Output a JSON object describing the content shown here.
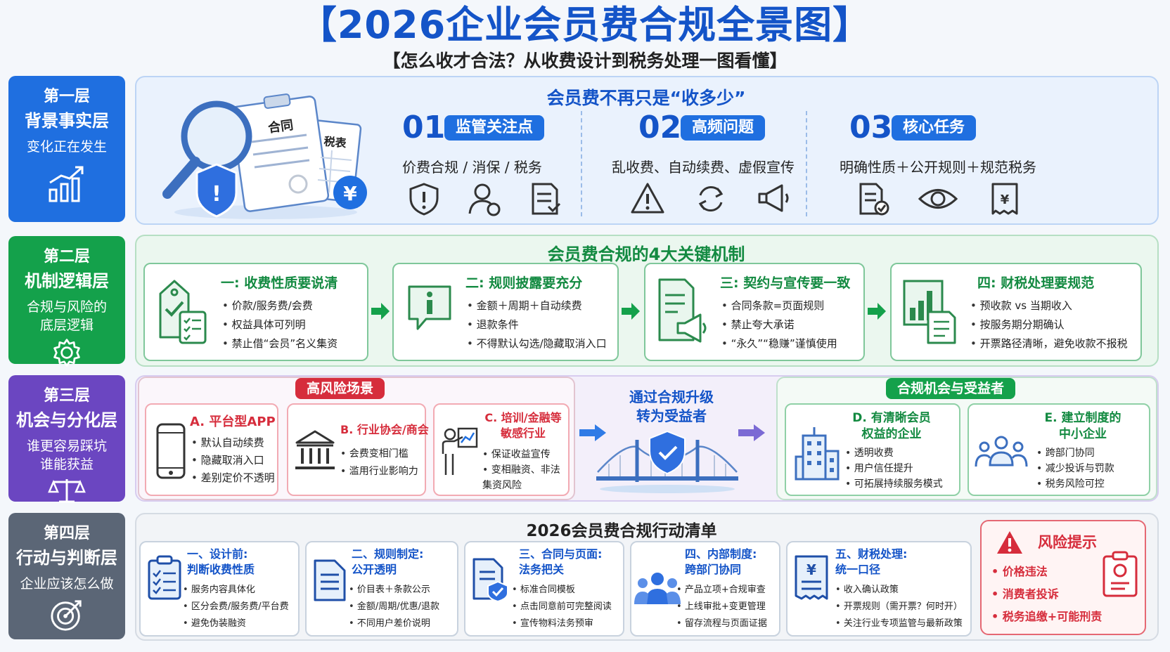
{
  "title": "【2026企业会员费合规全景图】",
  "subtitle": "【怎么收才合法？从收费设计到税务处理一图看懂】",
  "colors": {
    "blue": "#1f6fe0",
    "green": "#14a14b",
    "purple": "#6b46c1",
    "gray": "#5b6676",
    "red": "#d62d3c"
  },
  "layers": [
    {
      "s1": "第一层",
      "s2": "背景事实层",
      "s3": "变化正在发生",
      "icon": "chart-icon"
    },
    {
      "s1": "第二层",
      "s2": "机制逻辑层",
      "s3": "合规与风险的\n底层逻辑",
      "icon": "gear-icon"
    },
    {
      "s1": "第三层",
      "s2": "机会与分化层",
      "s3": "谁更容易踩坑\n谁能获益",
      "icon": "scale-icon"
    },
    {
      "s1": "第四层",
      "s2": "行动与判断层",
      "s3": "企业应该怎么做",
      "icon": "target-icon"
    }
  ],
  "layer1": {
    "heading": "会员费不再只是“收多少”",
    "illus": {
      "contract": "合同",
      "tax": "税表",
      "yen": "¥"
    },
    "items": [
      {
        "num": "01",
        "tag": "监管关注点",
        "desc": "价费合规 / 消保 / 税务",
        "icons": [
          "shield-alert-icon",
          "user-icon",
          "document-icon"
        ]
      },
      {
        "num": "02",
        "tag": "高频问题",
        "desc": "乱收费、自动续费、虚假宣传",
        "icons": [
          "warning-icon",
          "refresh-icon",
          "megaphone-icon"
        ]
      },
      {
        "num": "03",
        "tag": "核心任务",
        "desc": "明确性质＋公开规则＋规范税务",
        "icons": [
          "doc-check-icon",
          "eye-icon",
          "receipt-icon"
        ]
      }
    ]
  },
  "layer2": {
    "heading": "会员费合规的4大关键机制",
    "cards": [
      {
        "title": "一: 收费性质要说清",
        "items": [
          "价款/服务费/会费",
          "权益具体可列明",
          "禁止借“会员”名义集资"
        ],
        "icon": "tag-list-icon"
      },
      {
        "title": "二: 规则披露要充分",
        "items": [
          "金额＋周期＋自动续费",
          "退款条件",
          "不得默认勾选/隐藏取消入口"
        ],
        "icon": "info-icon"
      },
      {
        "title": "三: 契约与宣传要一致",
        "items": [
          "合同条款=页面规则",
          "禁止夸大承诺",
          "“永久”“稳赚”谨慎使用"
        ],
        "icon": "doc-megaphone-icon"
      },
      {
        "title": "四: 财税处理要规范",
        "items": [
          "预收款 vs 当期收入",
          "按服务期分期确认",
          "开票路径清晰，避免收款不报税"
        ],
        "icon": "bar-doc-icon"
      }
    ]
  },
  "layer3": {
    "risk_tag": "高风险场景",
    "middle": "通过合规升级\n转为受益者",
    "benefit_tag": "合规机会与受益者",
    "risk_cards": [
      {
        "title": "A. 平台型APP",
        "items": [
          "默认自动续费",
          "隐藏取消入口",
          "差别定价不透明"
        ],
        "icon": "phone-icon"
      },
      {
        "title": "B. 行业协会/商会",
        "items": [
          "会费变相门槛",
          "滥用行业影响力"
        ],
        "icon": "institution-icon"
      },
      {
        "title": "C. 培训/金融等\n敏感行业",
        "items": [
          "保证收益宣传",
          "变相融资、非法\n集资风险"
        ],
        "icon": "presenter-icon"
      }
    ],
    "benefit_cards": [
      {
        "title": "D. 有清晰会员\n权益的企业",
        "items": [
          "透明收费",
          "用户信任提升",
          "可拓展持续服务模式"
        ],
        "icon": "building-icon"
      },
      {
        "title": "E. 建立制度的\n中小企业",
        "items": [
          "跨部门协同",
          "减少投诉与罚款",
          "税务风险可控"
        ],
        "icon": "team-icon"
      }
    ]
  },
  "layer4": {
    "heading": "2026会员费合规行动清单",
    "cards": [
      {
        "title": "一、设计前:\n判断收费性质",
        "items": [
          "服务内容具体化",
          "区分会费/服务费/平台费",
          "避免伪装融资"
        ],
        "icon": "clipboard-icon"
      },
      {
        "title": "二、规则制定:\n公开透明",
        "items": [
          "价目表＋条款公示",
          "金额/周期/优惠/退款",
          "不同用户差价说明"
        ],
        "icon": "doc-lines-icon"
      },
      {
        "title": "三、合同与页面:\n法务把关",
        "items": [
          "标准合同模板",
          "点击同意前可完整阅读",
          "宣传物料法务预审"
        ],
        "icon": "doc-shield-icon"
      },
      {
        "title": "四、内部制度:\n跨部门协同",
        "items": [
          "产品立项+合规审查",
          "上线审批+变更管理",
          "留存流程与页面证据"
        ],
        "icon": "people-icon"
      },
      {
        "title": "五、财税处理:\n统一口径",
        "items": [
          "收入确认政策",
          "开票规则（需开票？何时开）",
          "关注行业专项监管与最新政策"
        ],
        "icon": "tax-doc-icon"
      }
    ],
    "risk": {
      "title": "风险提示",
      "items": [
        "价格违法",
        "消费者投诉",
        "税务追缴+可能刑责"
      ]
    }
  }
}
